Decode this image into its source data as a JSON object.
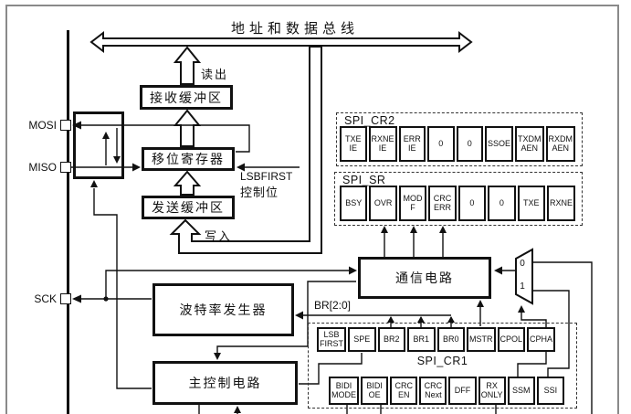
{
  "bus": {
    "label": "地址和数据总线"
  },
  "labels": {
    "read": "读出",
    "write": "写入",
    "lsbfirst": "LSBFIRST",
    "control_bit": "控制位",
    "br": "BR[2:0]"
  },
  "pins": [
    {
      "name": "MOSI"
    },
    {
      "name": "MISO"
    },
    {
      "name": "SCK"
    }
  ],
  "blocks": {
    "rx_buffer": "接收缓冲区",
    "shift_register": "移位寄存器",
    "tx_buffer": "发送缓冲区",
    "baud_generator": "波特率发生器",
    "comm_circuit": "通信电路",
    "main_control": "主控制电路"
  },
  "mux": {
    "input0": "0",
    "input1": "1"
  },
  "registers": {
    "spi_cr2": {
      "name": "SPI_CR2",
      "bits": [
        "TXE IE",
        "RXNE IE",
        "ERR IE",
        "0",
        "0",
        "SSOE",
        "TXDM AEN",
        "RXDM AEN"
      ]
    },
    "spi_sr": {
      "name": "SPI_SR",
      "bits": [
        "BSY",
        "OVR",
        "MOD F",
        "CRC ERR",
        "0",
        "0",
        "TXE",
        "RXNE"
      ]
    },
    "spi_cr1": {
      "name": "SPI_CR1",
      "bits_high": [
        "LSB FIRST",
        "SPE",
        "BR2",
        "BR1",
        "BR0",
        "MSTR",
        "CPOL",
        "CPHA"
      ],
      "bits_low": [
        "BIDI MODE",
        "BIDI OE",
        "CRC EN",
        "CRC Next",
        "DFF",
        "RX ONLY",
        "SSM",
        "SSI"
      ]
    }
  }
}
